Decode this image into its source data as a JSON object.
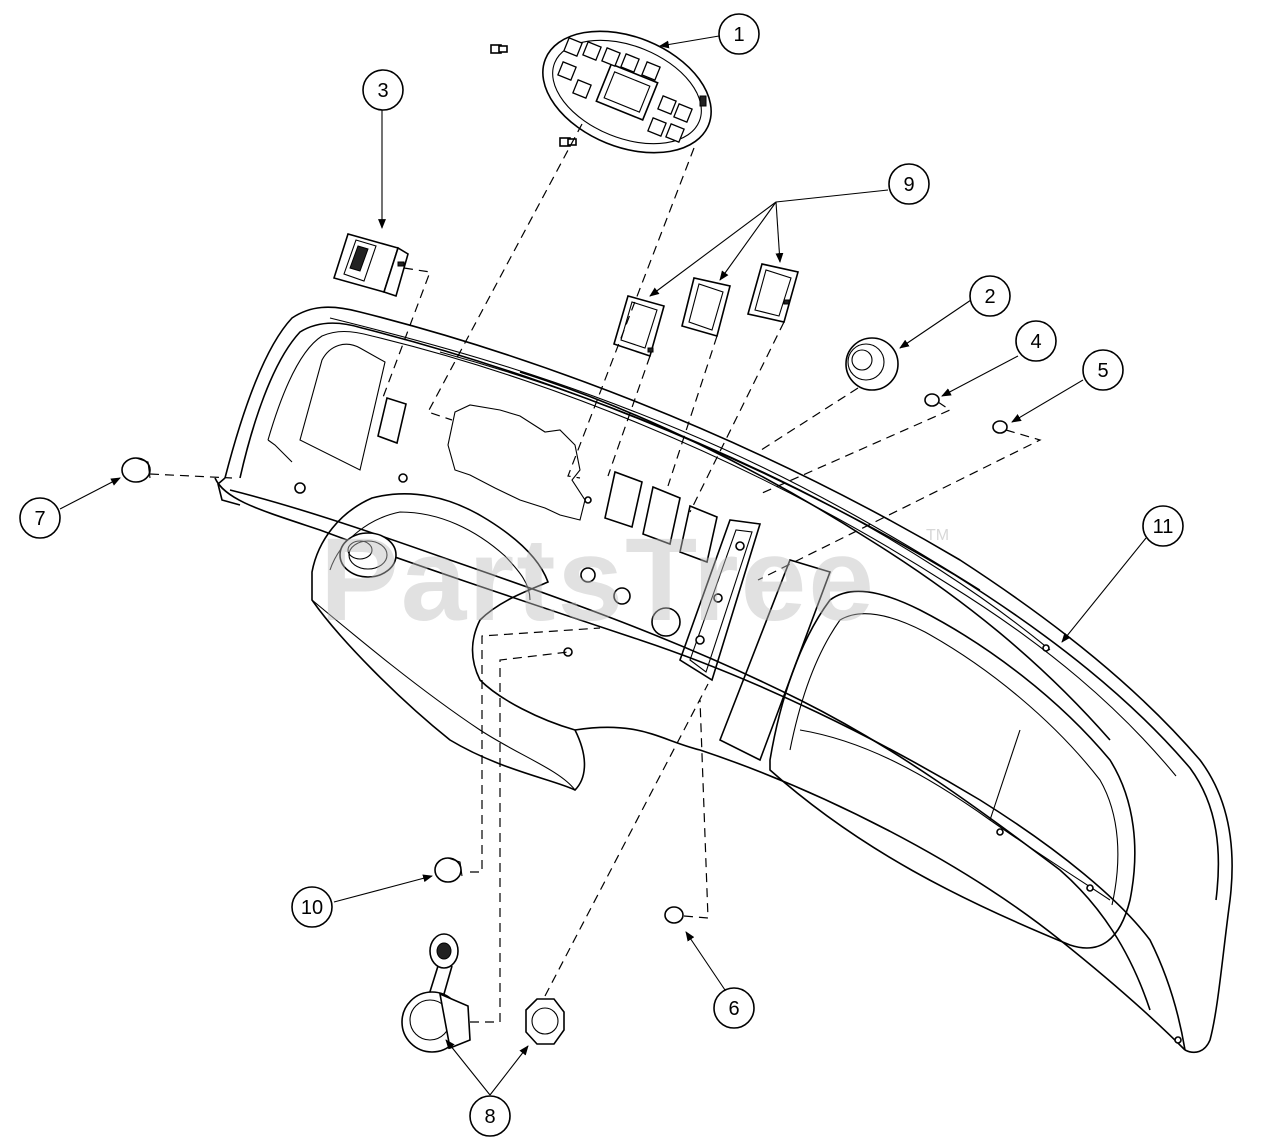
{
  "watermark": {
    "text": "PartsTree",
    "tm": "TM"
  },
  "callouts": [
    "1",
    "2",
    "3",
    "4",
    "5",
    "6",
    "7",
    "8",
    "9",
    "10",
    "11"
  ]
}
